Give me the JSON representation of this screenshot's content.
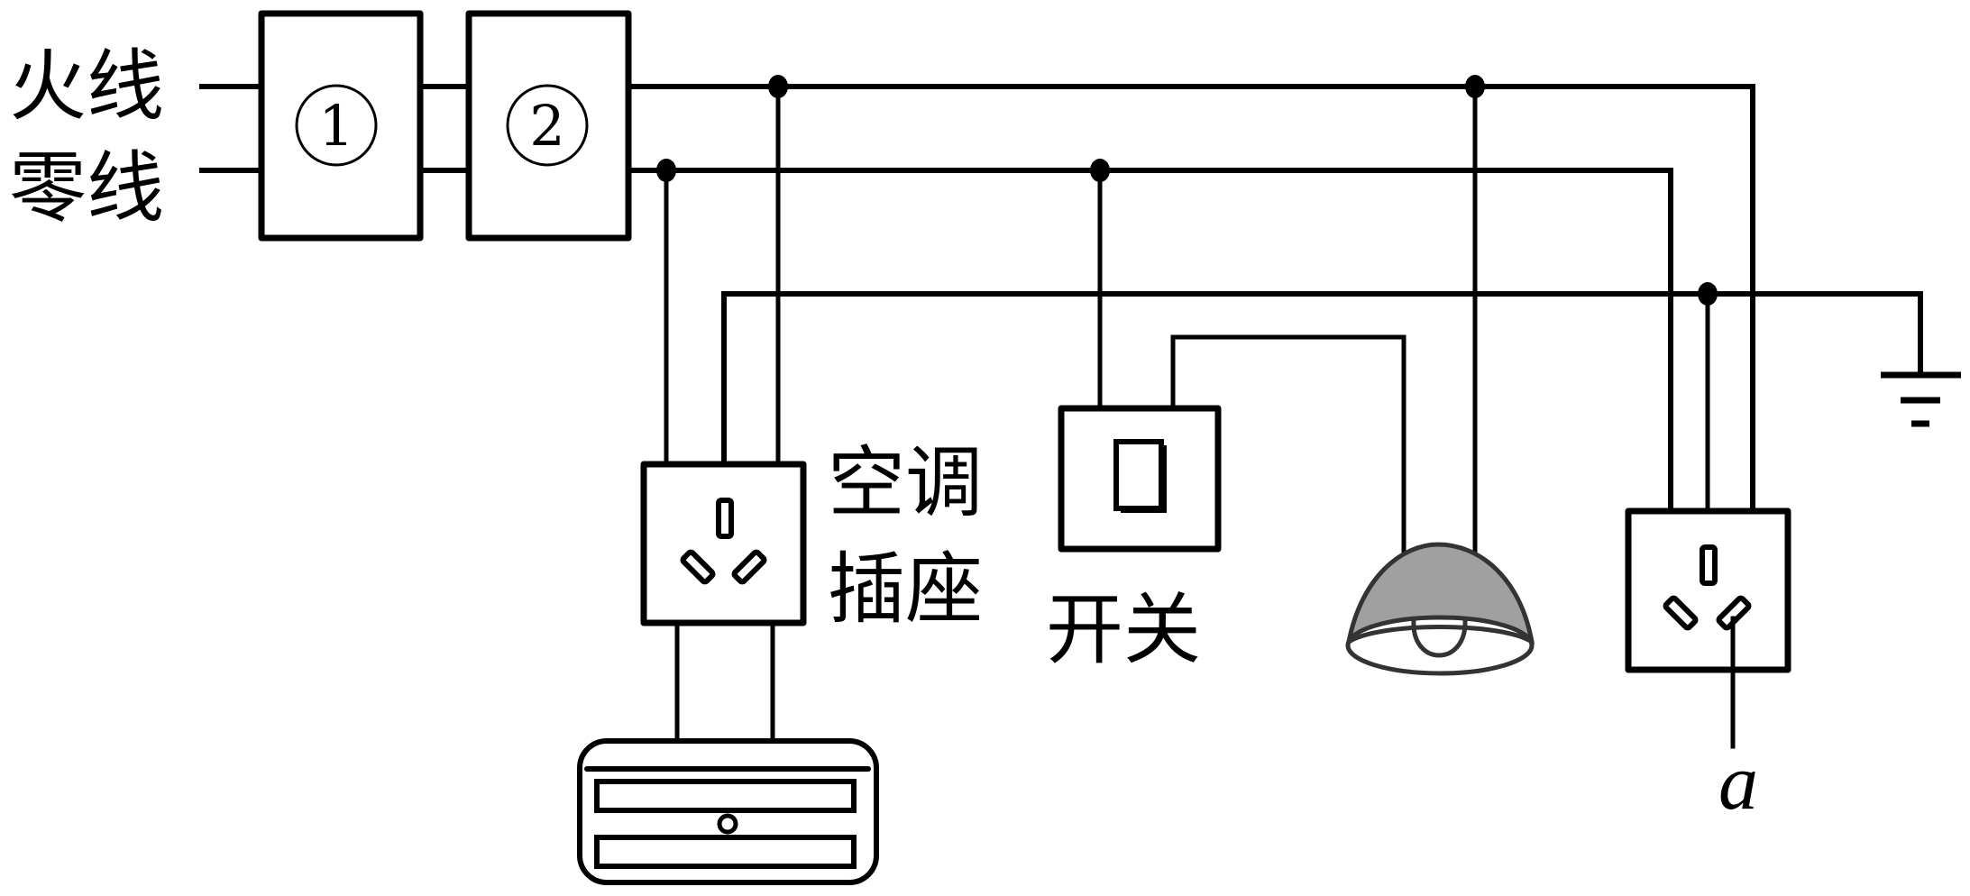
{
  "labels": {
    "live_wire": "火线",
    "neutral_wire": "零线",
    "device_1": "1",
    "device_2": "2",
    "ac_socket_line1": "空调",
    "ac_socket_line2": "插座",
    "switch": "开关",
    "wire_a": "a"
  },
  "colors": {
    "line": "#000000",
    "lamp_shade": "#a0a0a0",
    "lamp_outline": "#333333",
    "background": "#ffffff"
  },
  "components": [
    {
      "id": "device_1",
      "type": "box",
      "label": "①"
    },
    {
      "id": "device_2",
      "type": "box",
      "label": "②"
    },
    {
      "id": "ac_socket",
      "type": "three-pin-socket",
      "label": "空调插座"
    },
    {
      "id": "air_conditioner",
      "type": "appliance"
    },
    {
      "id": "switch",
      "type": "switch",
      "label": "开关"
    },
    {
      "id": "lamp",
      "type": "lamp"
    },
    {
      "id": "socket_right",
      "type": "three-pin-socket"
    },
    {
      "id": "ground",
      "type": "earth-symbol"
    }
  ]
}
